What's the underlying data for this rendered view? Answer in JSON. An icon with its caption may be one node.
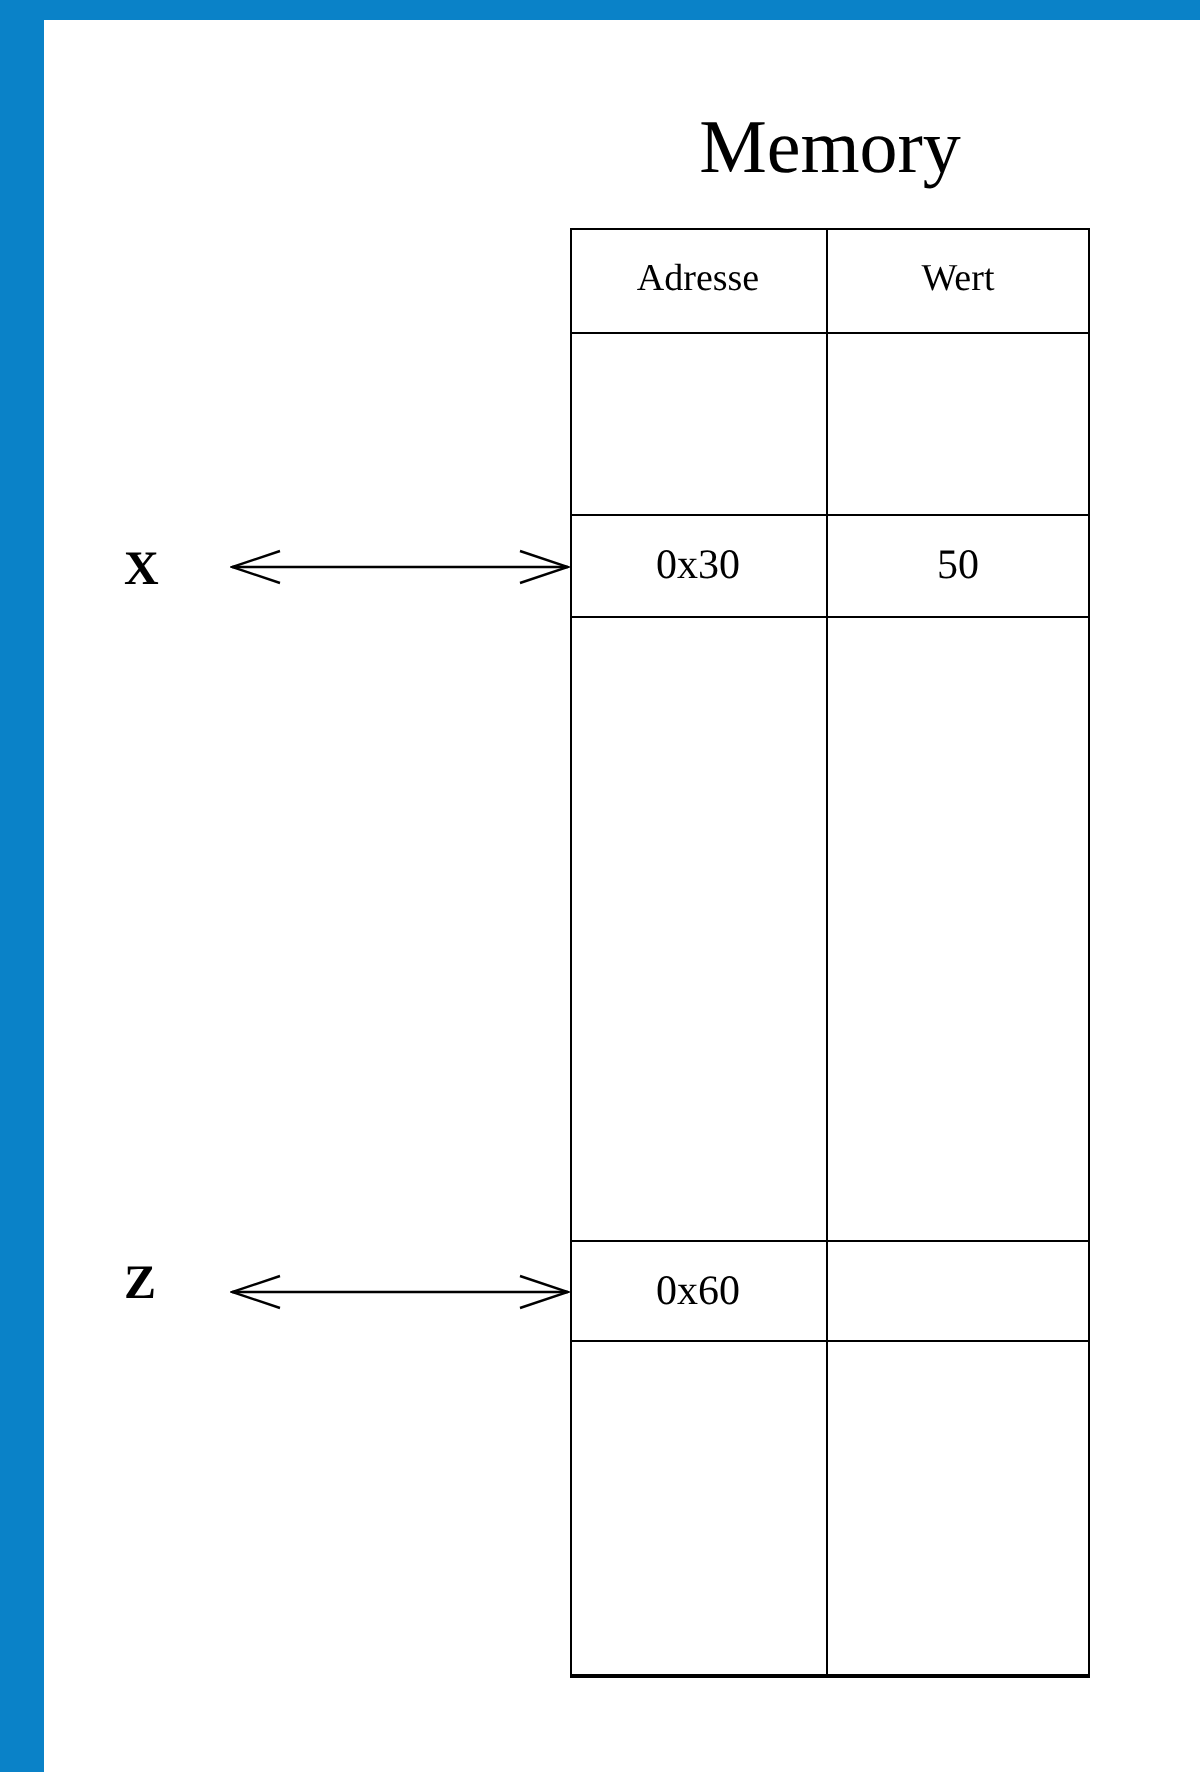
{
  "diagram": {
    "nodes": [
      {
        "text": [
          "Memory"
        ]
      },
      {
        "text": [],
        "shape": "box",
        "in": 0
      },
      {
        "text": [
          "X"
        ]
      },
      {
        "text": [
          "0x30",
          "50"
        ],
        "in": 0
      },
      {
        "text": [],
        "shape": "box",
        "in": 0
      },
      {
        "text": [
          "Z"
        ]
      },
      {
        "text": [
          "0x60"
        ],
        "in": 0
      },
      {
        "text": [],
        "shape": "box",
        "in": 0
      }
    ],
    "edges": [
      {
        "from": 2,
        "to": 3,
        "arrow": "both"
      },
      {
        "from": 5,
        "to": 6,
        "arrow": "both"
      }
    ],
    "labels": [
      "Adresse",
      "Wert"
    ]
  }
}
